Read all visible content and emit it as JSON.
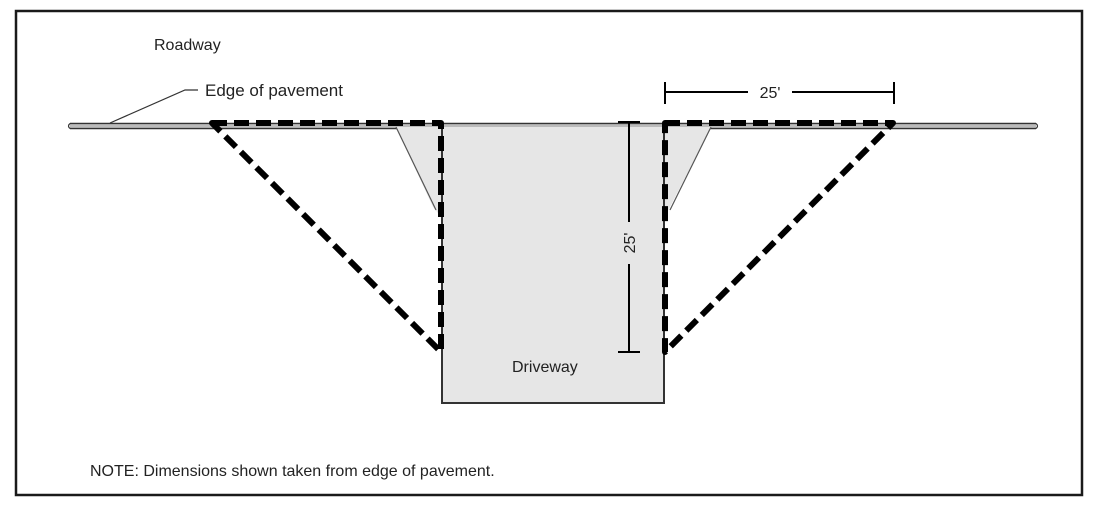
{
  "labels": {
    "roadway": "Roadway",
    "edge_of_pavement": "Edge of pavement",
    "dimension_horizontal": "25'",
    "dimension_vertical": "25'",
    "driveway": "Driveway",
    "note": "NOTE: Dimensions shown taken from edge of pavement."
  },
  "colors": {
    "driveway_fill": "#e6e6e6",
    "line": "#333333",
    "sight_triangle": "#000000"
  }
}
